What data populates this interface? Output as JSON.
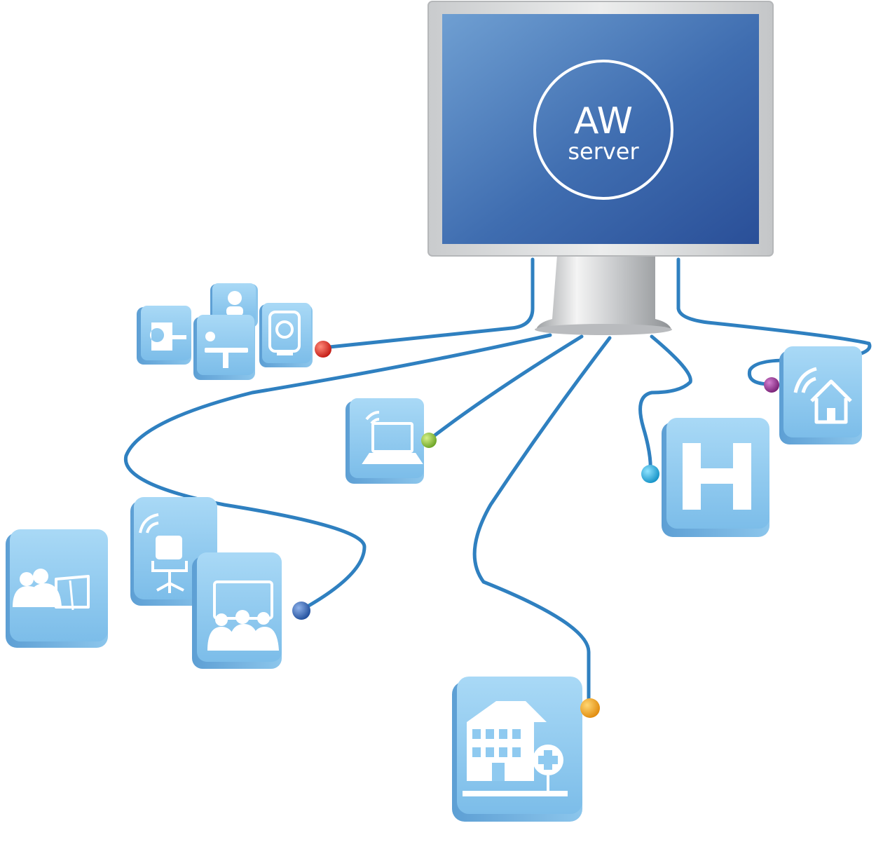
{
  "server": {
    "title": "AW",
    "subtitle": "server"
  },
  "colors": {
    "screen": "#3f6db0",
    "bezel": "#d6d8da",
    "cable": "#2f80c0",
    "tile": "#8fcaf0",
    "tile_dark": "#5fa8db",
    "connector_red": "#d8261c",
    "connector_green": "#8cc43a",
    "connector_purple": "#8a2a86",
    "connector_cyan": "#1ba8d8",
    "connector_blue": "#2a5aa8",
    "connector_orange": "#f0a21a"
  },
  "nodes": [
    {
      "icon": "ct-scanner-icon",
      "connector": "red"
    },
    {
      "icon": "surgeon-icon",
      "connector": "red"
    },
    {
      "icon": "operating-table-icon",
      "connector": "red"
    },
    {
      "icon": "mri-scanner-icon",
      "connector": "red"
    },
    {
      "icon": "wireless-laptop-icon",
      "connector": "green"
    },
    {
      "icon": "home-care-icon",
      "connector": "purple"
    },
    {
      "icon": "hospital-h-icon",
      "connector": "cyan"
    },
    {
      "icon": "video-conference-icon",
      "connector": "blue"
    },
    {
      "icon": "wireless-office-chair-icon",
      "connector": "blue"
    },
    {
      "icon": "meeting-room-icon",
      "connector": "blue"
    },
    {
      "icon": "clinic-building-icon",
      "connector": "orange"
    }
  ]
}
